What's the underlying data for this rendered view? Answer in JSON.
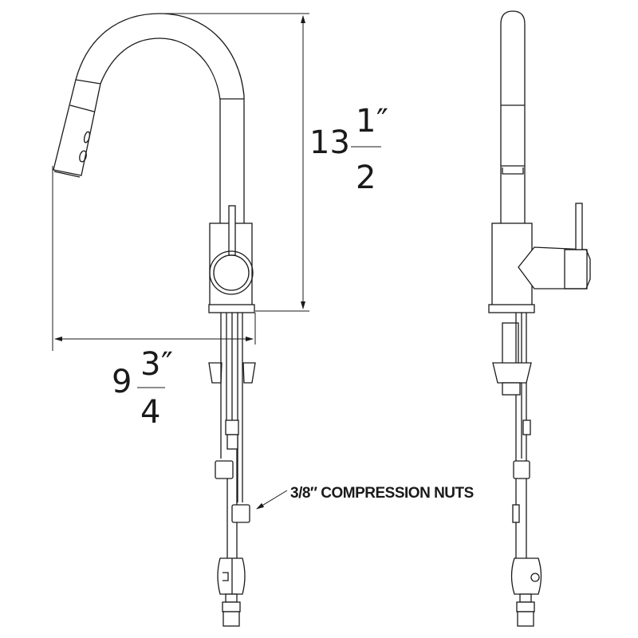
{
  "dimensions": {
    "height": {
      "whole": "13",
      "numerator": "1",
      "denominator": "2",
      "unit_mark": "″"
    },
    "reach": {
      "whole": "9",
      "numerator": "3",
      "denominator": "4",
      "unit_mark": "″"
    }
  },
  "callout": {
    "label": "3/8″  COMPRESSION NUTS"
  }
}
